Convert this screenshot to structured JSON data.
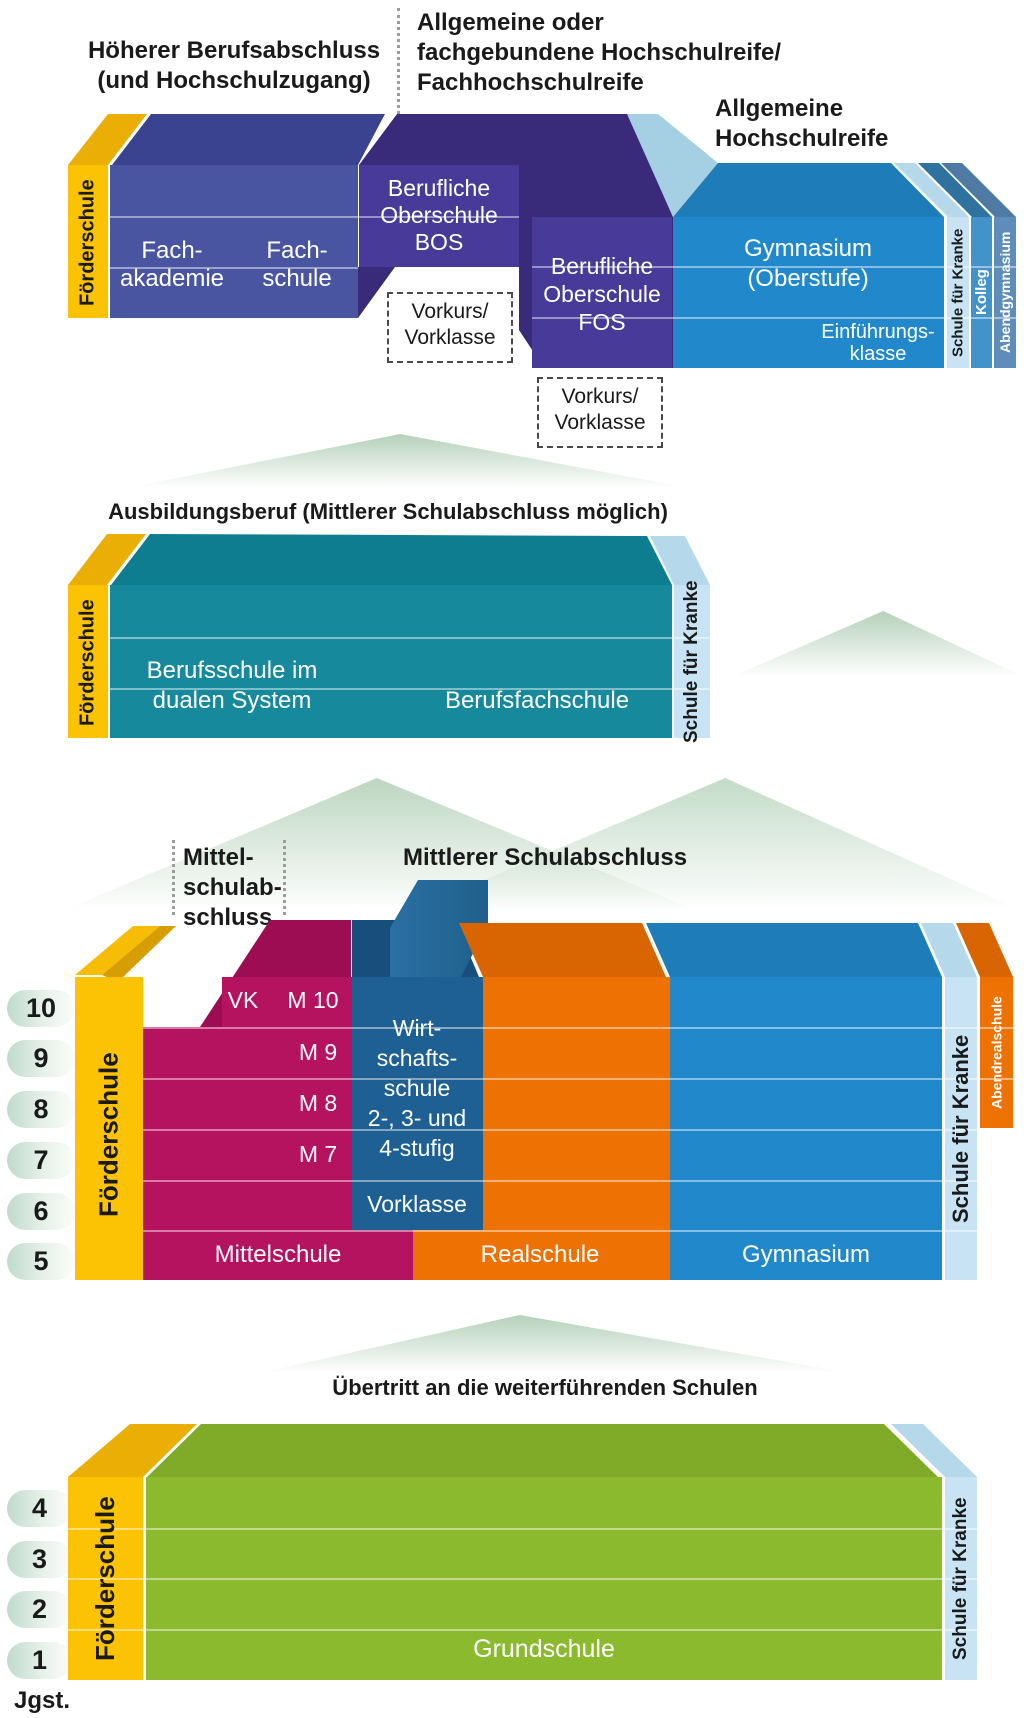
{
  "palette": {
    "foerderschule_yellow": "#FBC303",
    "fachschule_blue": "#4A55A2",
    "berufliche_oberschule_purple": "#483A99",
    "purple_top": "#392B79",
    "gymnasium_blue": "#2189CB",
    "schule_fuer_kranke_lightblue": "#C8E4F4",
    "kolleg_blue": "#4293CA",
    "abendgymnasium_blue": "#5F8DB9",
    "berufsschule_teal": "#17899C",
    "mittelschule_magenta": "#B5125F",
    "wirtschaftsschule_blue": "#1E6093",
    "realschule_orange": "#EE7203",
    "grundschule_green": "#8CBA2F",
    "triangle_green": "#BCD6C0"
  },
  "s1": {
    "titleLeft": [
      "Höherer Berufsabschluss",
      "(und Hochschulzugang)"
    ],
    "titleMid": [
      "Allgemeine oder",
      "fachgebundene Hochschulreife/",
      "Fachhochschulreife"
    ],
    "titleRight": [
      "Allgemeine",
      "Hochschulreife"
    ],
    "foerderschule": "Förderschule",
    "fachakademie": [
      "Fach-",
      "akademie"
    ],
    "fachschule": [
      "Fach-",
      "schule"
    ],
    "bos": [
      "Berufliche",
      "Oberschule",
      "BOS"
    ],
    "fos": [
      "Berufliche",
      "Oberschule",
      "FOS"
    ],
    "vorkurs": [
      "Vorkurs/",
      "Vorklasse"
    ],
    "gymnasium": [
      "Gymnasium",
      "(Oberstufe)"
    ],
    "einfuehrungsklasse": [
      "Einführungs-",
      "klasse"
    ],
    "sfk": "Schule für Kranke",
    "kolleg": "Kolleg",
    "abendgymnasium": "Abendgymnasium"
  },
  "s2": {
    "title": "Ausbildungsberuf (Mittlerer Schulabschluss möglich)",
    "foerderschule": "Förderschule",
    "berufsschule": [
      "Berufsschule im",
      "dualen System"
    ],
    "berufsfachschule": "Berufsfachschule",
    "sfk": "Schule für Kranke"
  },
  "s3": {
    "mittelLabel": [
      "Mittel-",
      "schulab-",
      "schluss"
    ],
    "title": "Mittlerer Schulabschluss",
    "grades": [
      "10",
      "9",
      "8",
      "7",
      "6",
      "5"
    ],
    "foerderschule": "Förderschule",
    "vk": "VK",
    "m10": "M 10",
    "m9": "M 9",
    "m8": "M 8",
    "m7": "M 7",
    "wirtschaftsschule": [
      "Wirt-",
      "schafts-",
      "schule",
      "2-, 3- und",
      "4-stufig"
    ],
    "vorklasse": "Vorklasse",
    "mittelschule": "Mittelschule",
    "realschule": "Realschule",
    "gymnasium": "Gymnasium",
    "sfk": "Schule für Kranke",
    "abendrealschule": "Abendrealschule"
  },
  "s4": {
    "title": "Übertritt an die weiterführenden Schulen",
    "grades": [
      "4",
      "3",
      "2",
      "1"
    ],
    "foerderschule": "Förderschule",
    "grundschule": "Grundschule",
    "sfk": "Schule für Kranke",
    "jgst": "Jgst."
  }
}
